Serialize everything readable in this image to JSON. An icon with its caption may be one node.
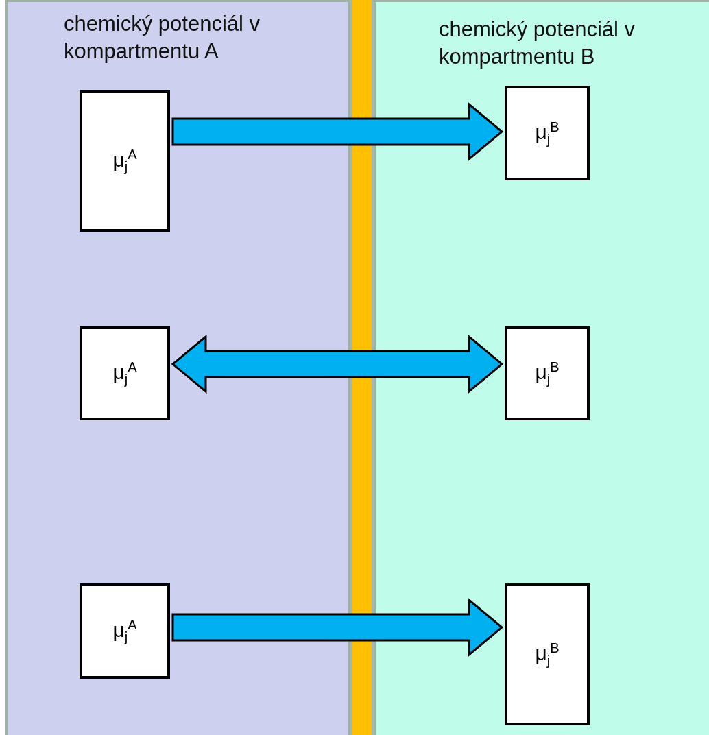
{
  "diagram": {
    "nodes": [
      {
        "text": [
          "chemický potenciál v kompartmentu A"
        ]
      },
      {
        "text": [
          "chemický potenciál v kompartmentu B"
        ]
      },
      {
        "text": [
          "μ$_{j}$$^{A}$"
        ],
        "in": 0
      },
      {
        "text": [
          "μ$_{j}$$^{B}$"
        ],
        "in": 1
      },
      {
        "text": [
          "μ$_{j}$$^{A}$"
        ],
        "in": 0
      },
      {
        "text": [
          "μ$_{j}$$^{B}$"
        ],
        "in": 1
      },
      {
        "text": [
          "μ$_{j}$$^{A}$"
        ],
        "in": 0
      },
      {
        "text": [
          "μ$_{j}$$^{B}$"
        ],
        "in": 1
      },
      {
        "text": [],
        "shape": "bar"
      }
    ],
    "edges": [
      {
        "from": 2,
        "to": 3,
        "arrow": "to"
      },
      {
        "from": 4,
        "to": 5,
        "arrow": "both"
      },
      {
        "from": 6,
        "to": 7,
        "arrow": "to"
      }
    ]
  }
}
